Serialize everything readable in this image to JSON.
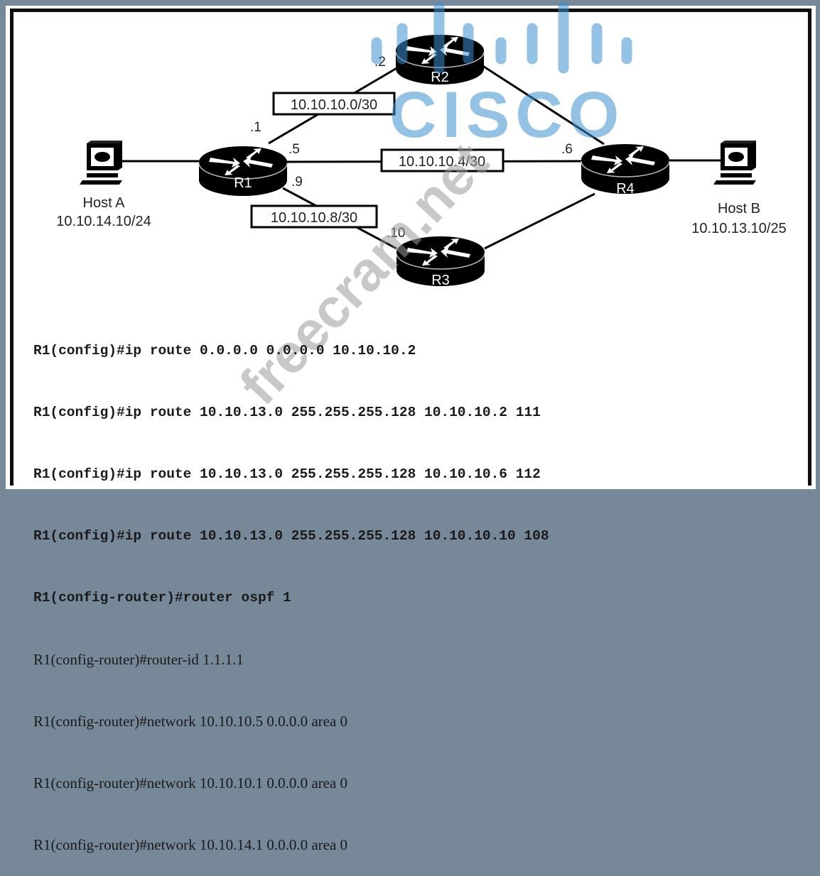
{
  "hosts": [
    {
      "id": "host-a",
      "name": "Host A",
      "ip": "10.10.14.10/24"
    },
    {
      "id": "host-b",
      "name": "Host B",
      "ip": "10.10.13.10/25"
    }
  ],
  "routers": [
    {
      "id": "r1",
      "name": "R1"
    },
    {
      "id": "r2",
      "name": "R2"
    },
    {
      "id": "r3",
      "name": "R3"
    },
    {
      "id": "r4",
      "name": "R4"
    }
  ],
  "subnets": {
    "r1_r2": "10.10.10.0/30",
    "r1_r4": "10.10.10.4/30",
    "r1_r3": "10.10.10.8/30"
  },
  "interfaces": {
    "r1_to_r2": ".1",
    "r2_to_r1": ".2",
    "r1_to_r4": ".5",
    "r4_to_r1": ".6",
    "r1_to_r3": ".9",
    "r3_to_r1": ".10"
  },
  "links": [
    {
      "from": "host-a",
      "to": "r1"
    },
    {
      "from": "r1",
      "to": "r2"
    },
    {
      "from": "r1",
      "to": "r4"
    },
    {
      "from": "r1",
      "to": "r3"
    },
    {
      "from": "r2",
      "to": "r4"
    },
    {
      "from": "r3",
      "to": "r4"
    },
    {
      "from": "r4",
      "to": "host-b"
    }
  ],
  "config_lines": [
    "R1(config)#ip route 0.0.0.0 0.0.0.0 10.10.10.2",
    "R1(config)#ip route 10.10.13.0 255.255.255.128 10.10.10.2 111",
    "R1(config)#ip route 10.10.13.0 255.255.255.128 10.10.10.6 112",
    "R1(config)#ip route 10.10.13.0 255.255.255.128 10.10.10.10 108",
    "R1(config-router)#router ospf 1",
    "R1(config-router)#router-id 1.1.1.1",
    "R1(config-router)#network 10.10.10.5 0.0.0.0 area 0",
    "R1(config-router)#network 10.10.10.1 0.0.0.0 area 0",
    "R1(config-router)#network 10.10.14.1 0.0.0.0 area 0"
  ],
  "watermarks": {
    "logo_text": "CISCO",
    "site_text": "freecram.net"
  },
  "colors": {
    "background": "#778899",
    "frame": "#0d0d0d",
    "router": "#000000",
    "watermark_blue": "#3a8fd0",
    "watermark_gray": "#9a9a9a"
  }
}
